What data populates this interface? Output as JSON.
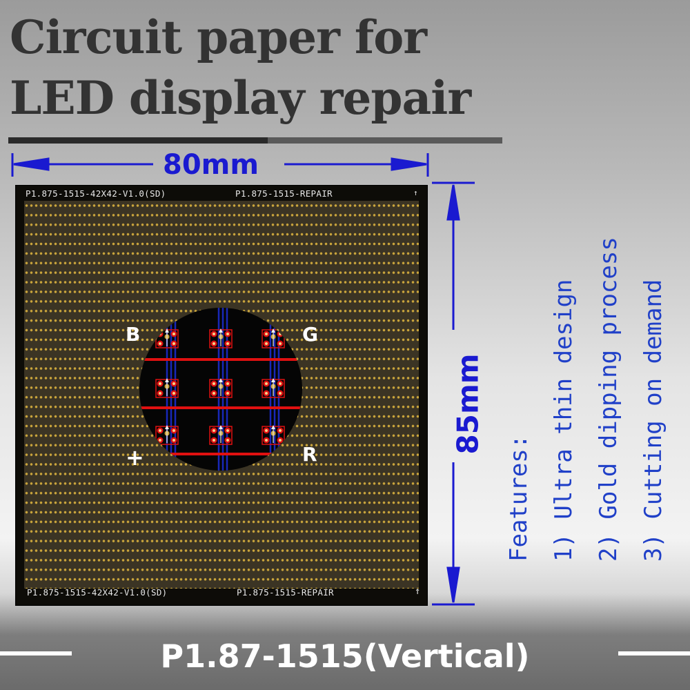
{
  "title": {
    "line1": "Circuit paper for",
    "line2": "LED display repair"
  },
  "dimensions": {
    "width": "80mm",
    "height": "85mm"
  },
  "board": {
    "label_top_left": "P1.875-1515-42X42-V1.0(SD)",
    "label_top_right": "P1.875-1515-REPAIR",
    "label_bottom_left": "P1.875-1515-42X42-V1.0(SD)",
    "label_bottom_right": "P1.875-1515-REPAIR",
    "arrow_glyph": "↑"
  },
  "pin_labels": {
    "blue": "B",
    "green": "G",
    "plus": "+",
    "red": "R"
  },
  "features": {
    "heading": "Features:",
    "items": [
      "1) Ultra thin design",
      "2) Gold dipping process",
      "3) Cutting on demand"
    ]
  },
  "footer": {
    "model": "P1.87-1515(Vertical)"
  },
  "colors": {
    "accent_blue": "#1a1ad0",
    "features_blue": "#2040c8",
    "gold": "#caa53c",
    "trace_red": "#e01010"
  }
}
